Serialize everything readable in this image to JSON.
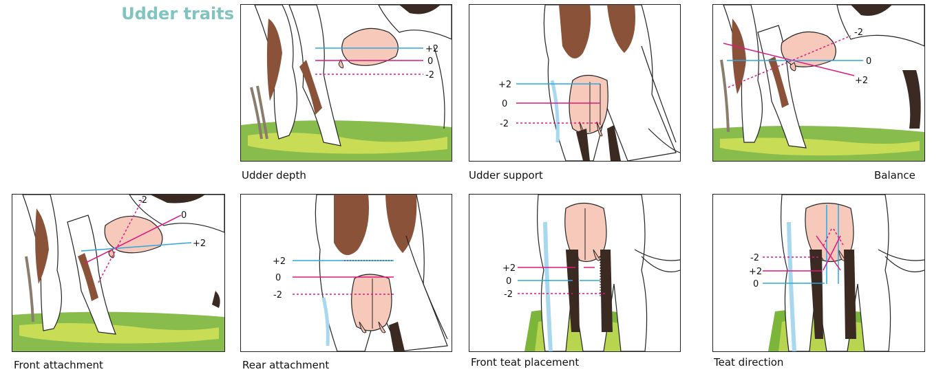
{
  "page_title": "Udder traits",
  "colors": {
    "plus": "#2aa7de",
    "zero": "#e0177f",
    "minus": "#e0177f",
    "title": "#7fc4bf",
    "grass": "#6aa62a",
    "udder": "#f6bfb0",
    "brown": "#8a5238"
  },
  "panels": [
    {
      "id": "udder-depth",
      "caption": "Udder depth",
      "labels": [
        "+2",
        "0",
        "-2"
      ]
    },
    {
      "id": "udder-support",
      "caption": "Udder support",
      "labels": [
        "+2",
        "0",
        "-2"
      ]
    },
    {
      "id": "balance",
      "caption": "Balance",
      "labels": [
        "-2",
        "0",
        "+2"
      ]
    },
    {
      "id": "front-attachment",
      "caption": "Front attachment",
      "labels": [
        "-2",
        "0",
        "+2"
      ]
    },
    {
      "id": "rear-attachment",
      "caption": "Rear attachment",
      "labels": [
        "+2",
        "0",
        "-2"
      ]
    },
    {
      "id": "front-teat-placement",
      "caption": "Front teat placement",
      "labels": [
        "+2",
        "0",
        "-2"
      ]
    },
    {
      "id": "teat-direction",
      "caption": "Teat direction",
      "labels": [
        "-2",
        "+2",
        "0"
      ]
    }
  ]
}
